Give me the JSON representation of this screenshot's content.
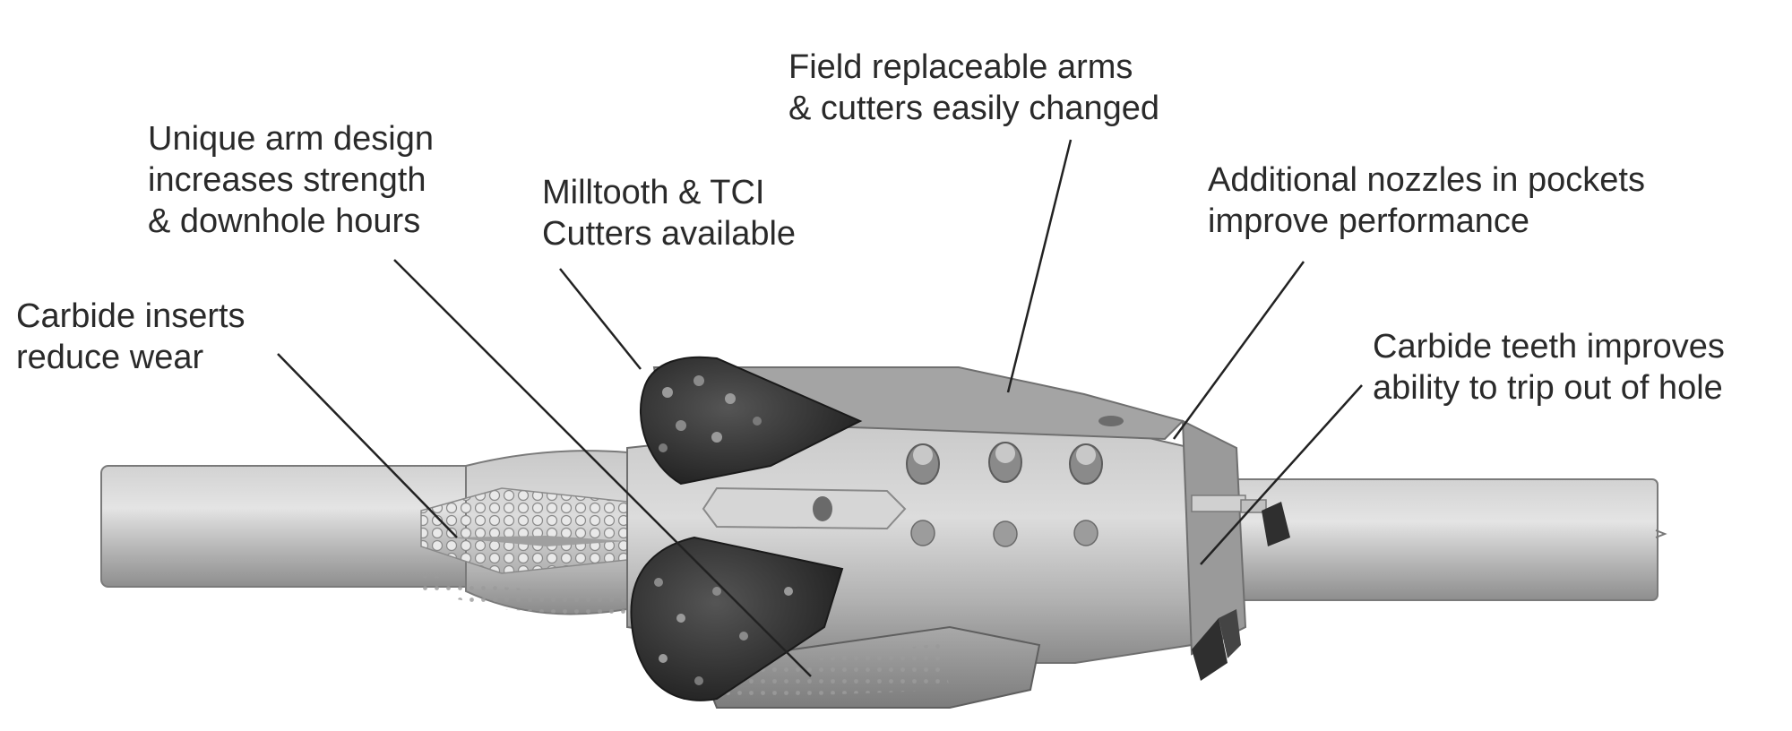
{
  "callouts": [
    {
      "id": "carbide-inserts",
      "lines": [
        "Carbide inserts",
        "reduce wear"
      ]
    },
    {
      "id": "unique-arm",
      "lines": [
        "Unique arm design",
        "increases strength",
        "& downhole hours"
      ]
    },
    {
      "id": "milltooth",
      "lines": [
        "Milltooth & TCI",
        "Cutters available"
      ]
    },
    {
      "id": "field-replaceable",
      "lines": [
        "Field replaceable arms",
        "& cutters easily changed"
      ]
    },
    {
      "id": "additional-nozzles",
      "lines": [
        "Additional nozzles in pockets",
        "improve performance"
      ]
    },
    {
      "id": "carbide-teeth",
      "lines": [
        "Carbide teeth improves",
        "ability to trip out of hole"
      ]
    }
  ],
  "colors": {
    "text": "#2a2a2a",
    "leader": "#222222",
    "body": "#b9b9b9",
    "shadow": "#7d7d7d",
    "cutter": "#2b2b2b",
    "nozzle": "#6a6a6a"
  }
}
